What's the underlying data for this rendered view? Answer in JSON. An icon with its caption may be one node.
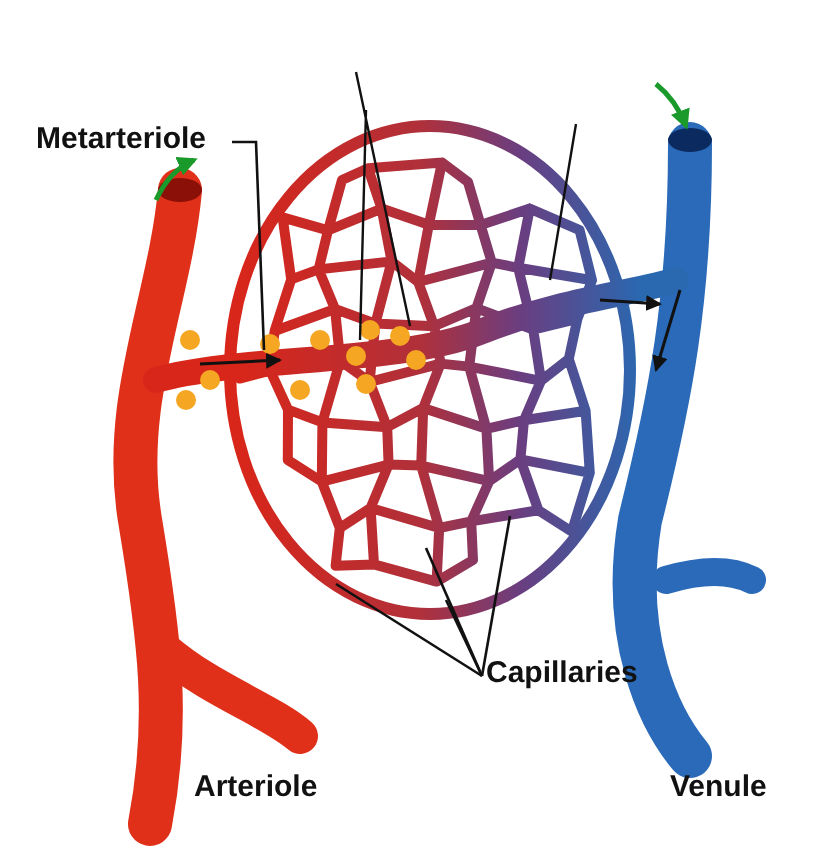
{
  "diagram": {
    "nodes": [
      {
        "text": [
          "Metarteriole"
        ]
      },
      {
        "text": [
          "Capillaries"
        ]
      }
    ],
    "edges": [
      {
        "from": 0,
        "to": null,
        "arrow": "none"
      },
      {
        "from": 1,
        "to": null,
        "arrow": "none"
      },
      {
        "from": 1,
        "to": null,
        "arrow": "none"
      },
      {
        "from": 1,
        "to": null,
        "arrow": "none"
      },
      {
        "from": 1,
        "to": null,
        "arrow": "none"
      }
    ],
    "labels": [
      "Arteriole",
      "Venule"
    ]
  }
}
